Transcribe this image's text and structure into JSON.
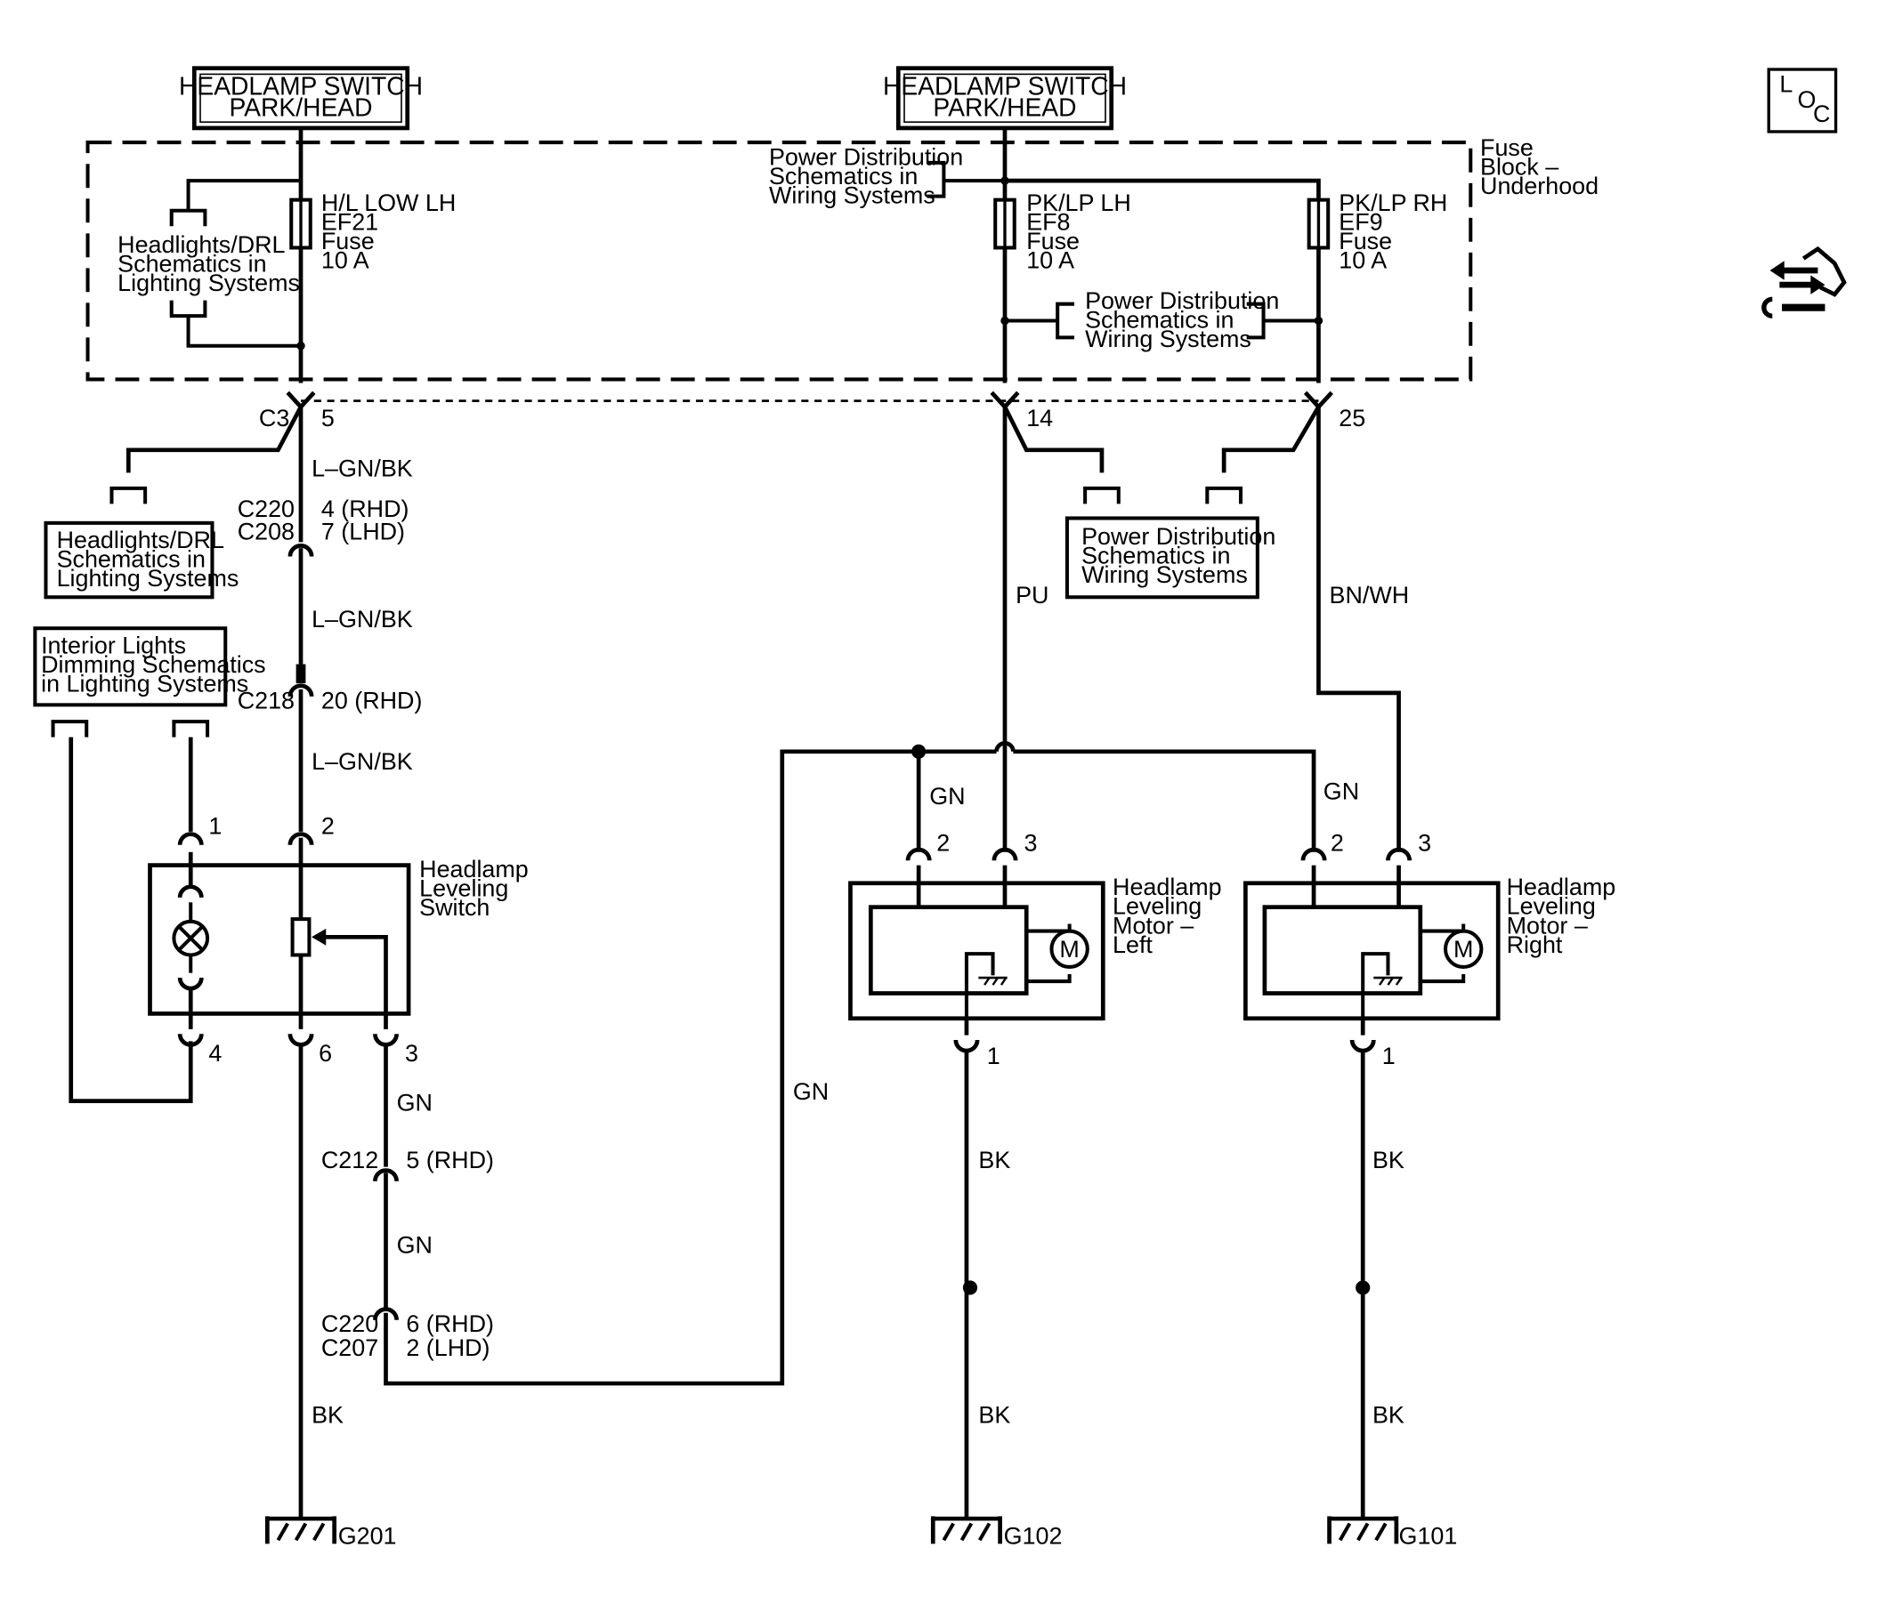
{
  "headers": {
    "left": [
      "HEADLAMP SWITCH",
      "PARK/HEAD"
    ],
    "right": [
      "HEADLAMP SWITCH",
      "PARK/HEAD"
    ]
  },
  "loc_icon": {
    "letters": [
      "L",
      "O",
      "C"
    ]
  },
  "fuse_block": [
    "Fuse",
    "Block –",
    "Underhood"
  ],
  "fuses": {
    "left": [
      "H/L LOW LH",
      "EF21",
      "Fuse",
      "10 A"
    ],
    "mid": [
      "PK/LP LH",
      "EF8",
      "Fuse",
      "10 A"
    ],
    "right": [
      "PK/LP RH",
      "EF9",
      "Fuse",
      "10 A"
    ]
  },
  "refs": {
    "headlights_drl_top": [
      "Headlights/DRL",
      "Schematics in",
      "Lighting Systems"
    ],
    "power_dist_top": [
      "Power Distribution",
      "Schematics in",
      "Wiring Systems"
    ],
    "power_dist_mid": [
      "Power Distribution",
      "Schematics in",
      "Wiring Systems"
    ],
    "headlights_drl_box": [
      "Headlights/DRL",
      "Schematics in",
      "Lighting Systems"
    ],
    "interior_lights_box": [
      "Interior Lights",
      "Dimming Schematics",
      "in Lighting Systems"
    ],
    "power_dist_box": [
      "Power Distribution",
      "Schematics in",
      "Wiring Systems"
    ]
  },
  "connectors": {
    "c3": "C3",
    "c3_pin": "5",
    "pin14": "14",
    "pin25": "25",
    "c220a": "C220",
    "c208": "C208",
    "c220a_pin": "4 (RHD)",
    "c208_pin": "7 (LHD)",
    "c218": "C218",
    "c218_pin": "20 (RHD)",
    "c212": "C212",
    "c212_pin": "5 (RHD)",
    "c220b": "C220",
    "c207": "C207",
    "c220b_pin": "6 (RHD)",
    "c207_pin": "2 (LHD)"
  },
  "wires": {
    "lgnbk_1": "L–GN/BK",
    "lgnbk_2": "L–GN/BK",
    "lgnbk_3": "L–GN/BK",
    "pu": "PU",
    "bnwh": "BN/WH",
    "gn_switch_1": "GN",
    "gn_switch_2": "GN",
    "gn_long": "GN",
    "gn_left_motor": "GN",
    "gn_right_motor": "GN",
    "bk_switch": "BK",
    "bk_left_1": "BK",
    "bk_left_2": "BK",
    "bk_right_1": "BK",
    "bk_right_2": "BK"
  },
  "switch": {
    "title": [
      "Headlamp",
      "Leveling",
      "Switch"
    ],
    "pins": {
      "p1": "1",
      "p2": "2",
      "p3": "3",
      "p4": "4",
      "p6": "6"
    }
  },
  "motor_left": {
    "title": [
      "Headlamp",
      "Leveling",
      "Motor –",
      "Left"
    ],
    "pins": {
      "p1": "1",
      "p2": "2",
      "p3": "3"
    },
    "motor_symbol": "M"
  },
  "motor_right": {
    "title": [
      "Headlamp",
      "Leveling",
      "Motor –",
      "Right"
    ],
    "pins": {
      "p1": "1",
      "p2": "2",
      "p3": "3"
    },
    "motor_symbol": "M"
  },
  "grounds": {
    "g201": "G201",
    "g102": "G102",
    "g101": "G101"
  }
}
